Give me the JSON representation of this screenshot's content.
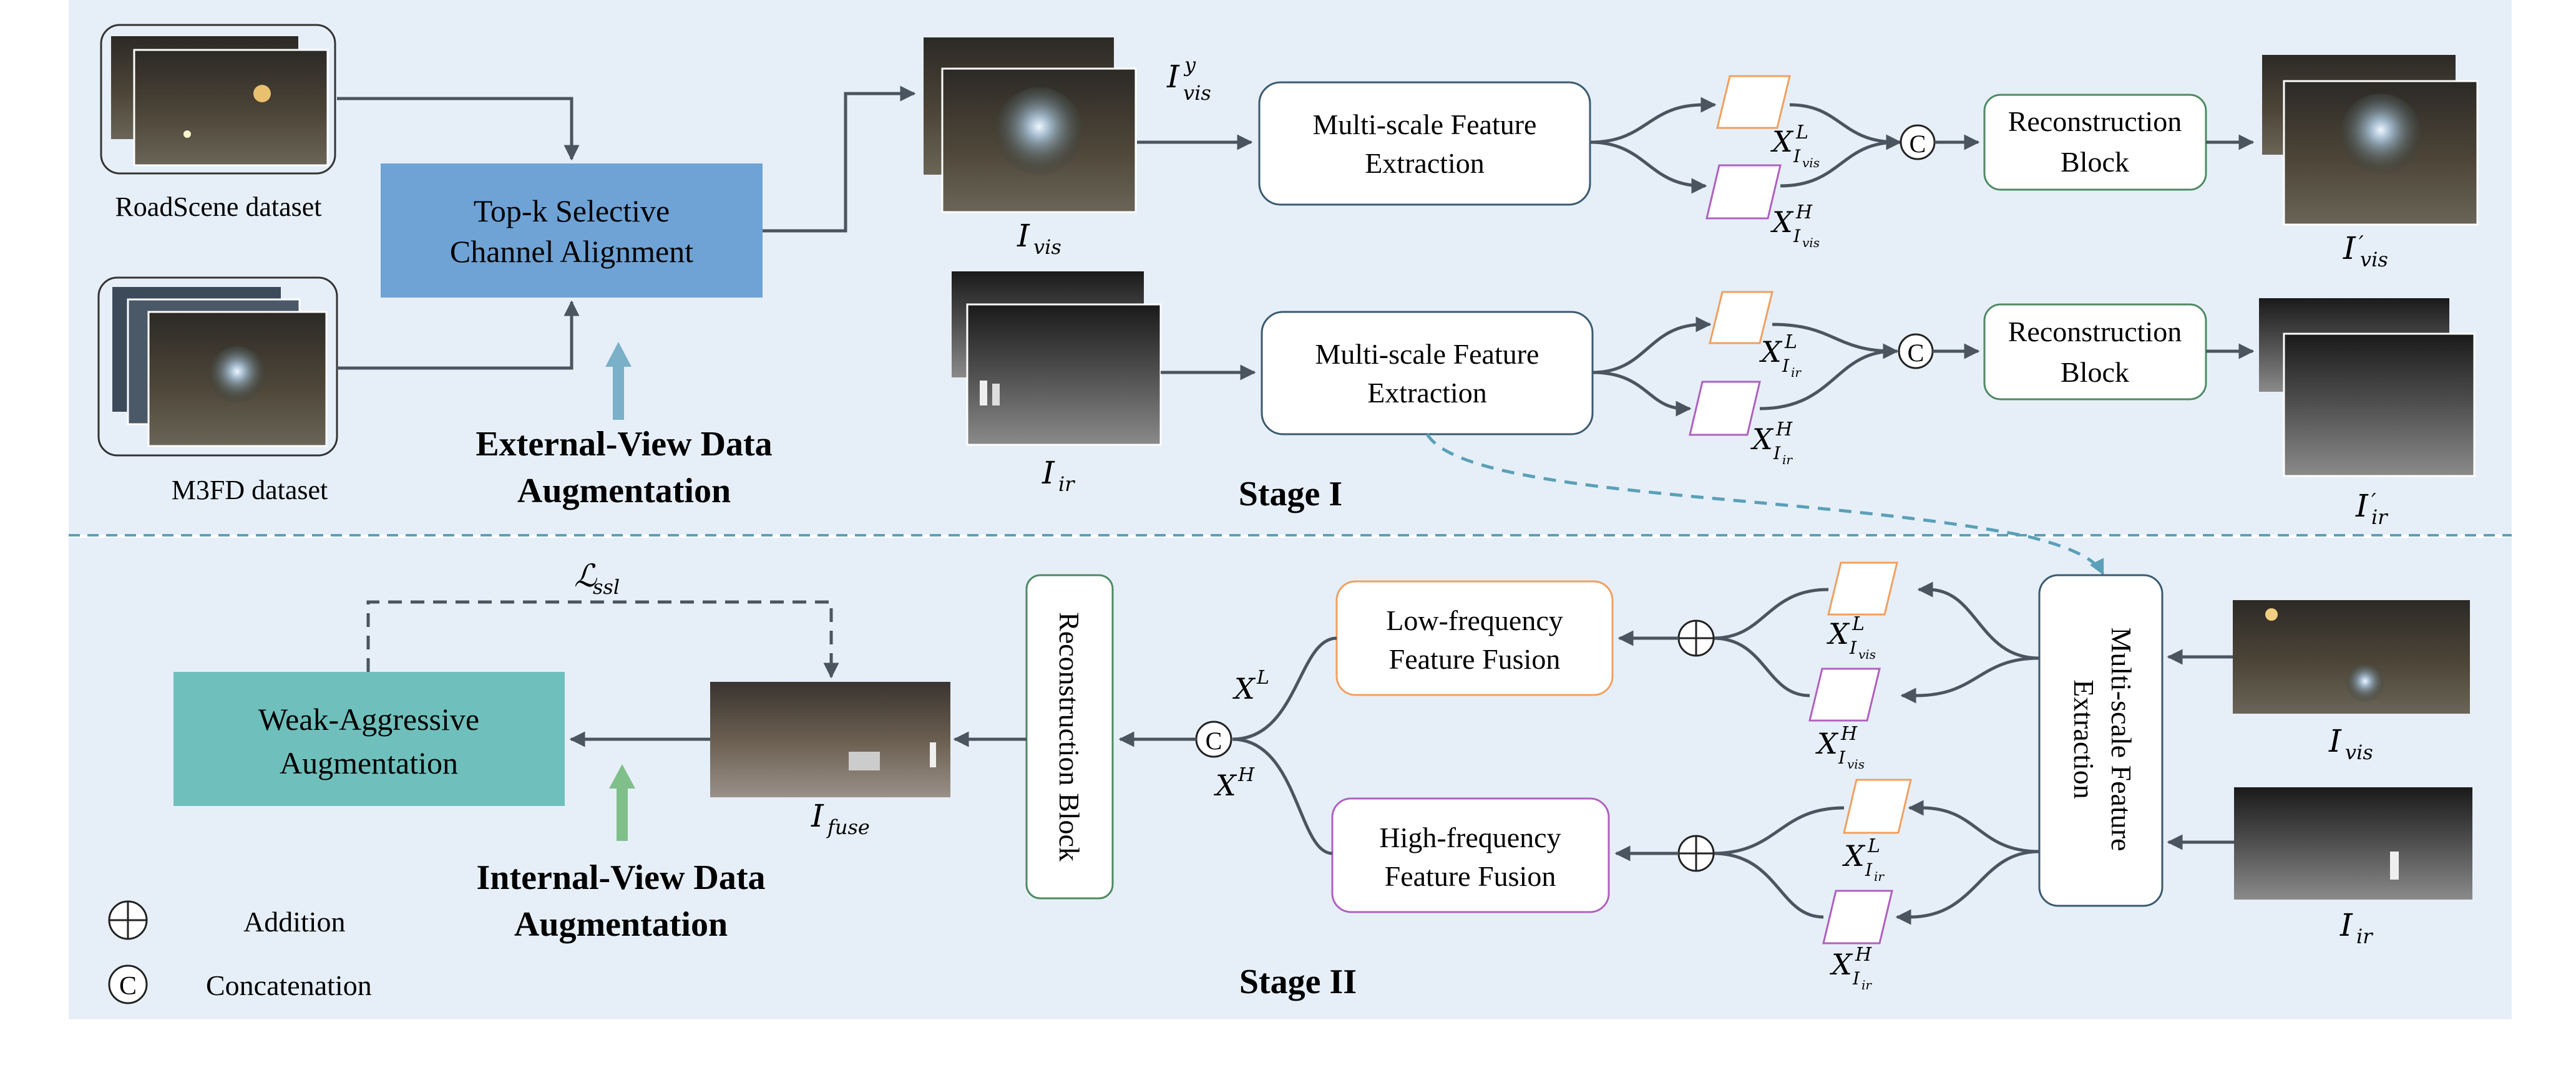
{
  "datasets": {
    "roadscene": "RoadScene dataset",
    "m3fd": "M3FD dataset"
  },
  "blocks": {
    "topk_line1": "Top-k Selective",
    "topk_line2": "Channel Alignment",
    "mfe_line1": "Multi-scale Feature",
    "mfe_line2": "Extraction",
    "recon_line1": "Reconstruction",
    "recon_line2": "Block",
    "recon_vertical": "Reconstruction Block",
    "low_line1": "Low-frequency",
    "low_line2": "Feature Fusion",
    "high_line1": "High-frequency",
    "high_line2": "Feature Fusion",
    "weak_line1": "Weak-Aggressive",
    "weak_line2": "Augmentation"
  },
  "augmentation": {
    "external_line1": "External-View Data",
    "external_line2": "Augmentation",
    "internal_line1": "Internal-View Data",
    "internal_line2": "Augmentation"
  },
  "stages": {
    "stage1": "Stage I",
    "stage2": "Stage II"
  },
  "legend": {
    "addition": "Addition",
    "concatenation": "Concatenation"
  },
  "symbols": {
    "concat": "C",
    "I": "I",
    "X": "X",
    "vis": "vis",
    "ir": "ir",
    "fuse": "fuse",
    "y": "y",
    "L": "L",
    "H": "H",
    "prime": "′",
    "loss_script": "ℒ",
    "ssl": "ssl"
  },
  "colors": {
    "stage1_bg": "#e6eff8",
    "stage2_bg": "#e6eff8",
    "topk_fill": "#6fa3d6",
    "weak_fill": "#6fc0bd",
    "arrow": "#4a5560",
    "dashed_divider": "#5aa0b8",
    "low_border": "#f0a060",
    "high_border": "#b060c0",
    "recon_border": "#4e8a62",
    "mfe_border": "#3a5a70",
    "up_arrow_ext": "#7ab0c8",
    "up_arrow_int": "#7fbf8a"
  }
}
